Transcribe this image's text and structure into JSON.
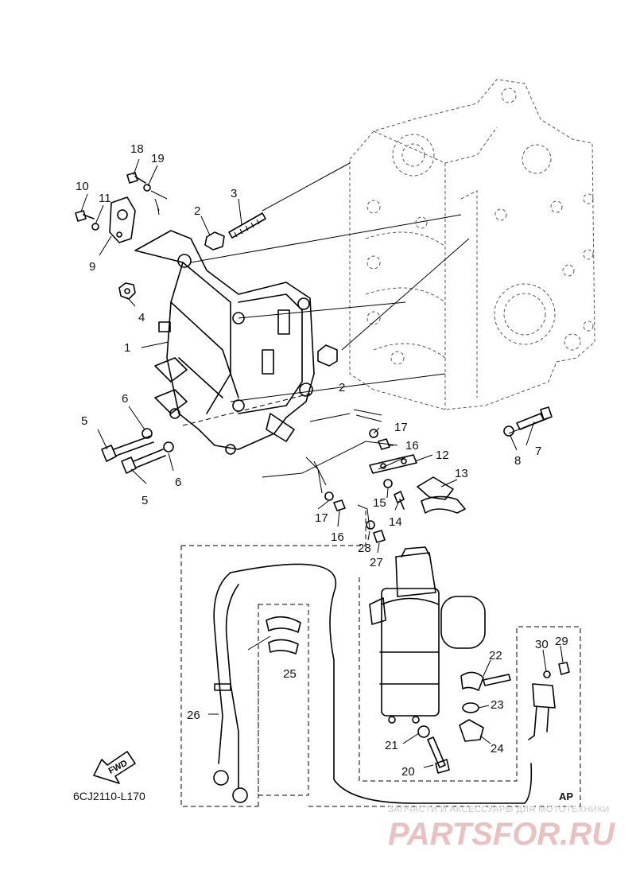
{
  "diagram": {
    "code": "6CJ2110-L170",
    "region_label": "AP",
    "fwd_label": "FWD",
    "callouts": [
      "1",
      "2",
      "2",
      "3",
      "4",
      "5",
      "5",
      "6",
      "6",
      "7",
      "8",
      "9",
      "10",
      "11",
      "12",
      "13",
      "14",
      "15",
      "16",
      "16",
      "17",
      "17",
      "18",
      "19",
      "20",
      "21",
      "22",
      "23",
      "24",
      "25",
      "26",
      "27",
      "28",
      "29",
      "30"
    ]
  },
  "watermark": {
    "line1": "ЗАПЧАСТИ И АКСЕССУАРЫ ДЛЯ МОТОТЕХНИКИ",
    "line2": "PARTSFOR.RU"
  }
}
